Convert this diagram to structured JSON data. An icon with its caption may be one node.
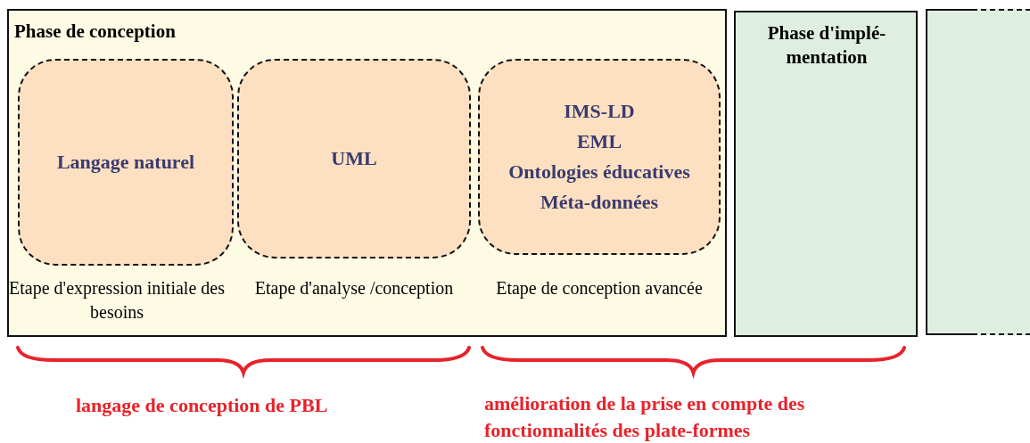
{
  "diagram": {
    "nodes": [
      {
        "text": [
          "Phase de conception"
        ]
      },
      {
        "text": [
          "Langage naturel"
        ],
        "in": 0,
        "beside": [
          "Etape d'expression initiale des besoins"
        ]
      },
      {
        "text": [
          "UML"
        ],
        "in": 0,
        "beside": [
          "Etape d'analyse /conception"
        ]
      },
      {
        "text": [
          "IMS-LD",
          "EML",
          "Ontologies éducatives",
          "Méta-données"
        ],
        "in": 0,
        "beside": [
          "Etape de conception avancée"
        ]
      },
      {
        "text": [
          "Phase d'implé- mentation"
        ]
      },
      {
        "text": [],
        "shape": "box"
      }
    ],
    "labels": [
      "langage de conception de PBL",
      "amélioration de la prise en compte des fonctionnalités des plate-formes"
    ]
  }
}
